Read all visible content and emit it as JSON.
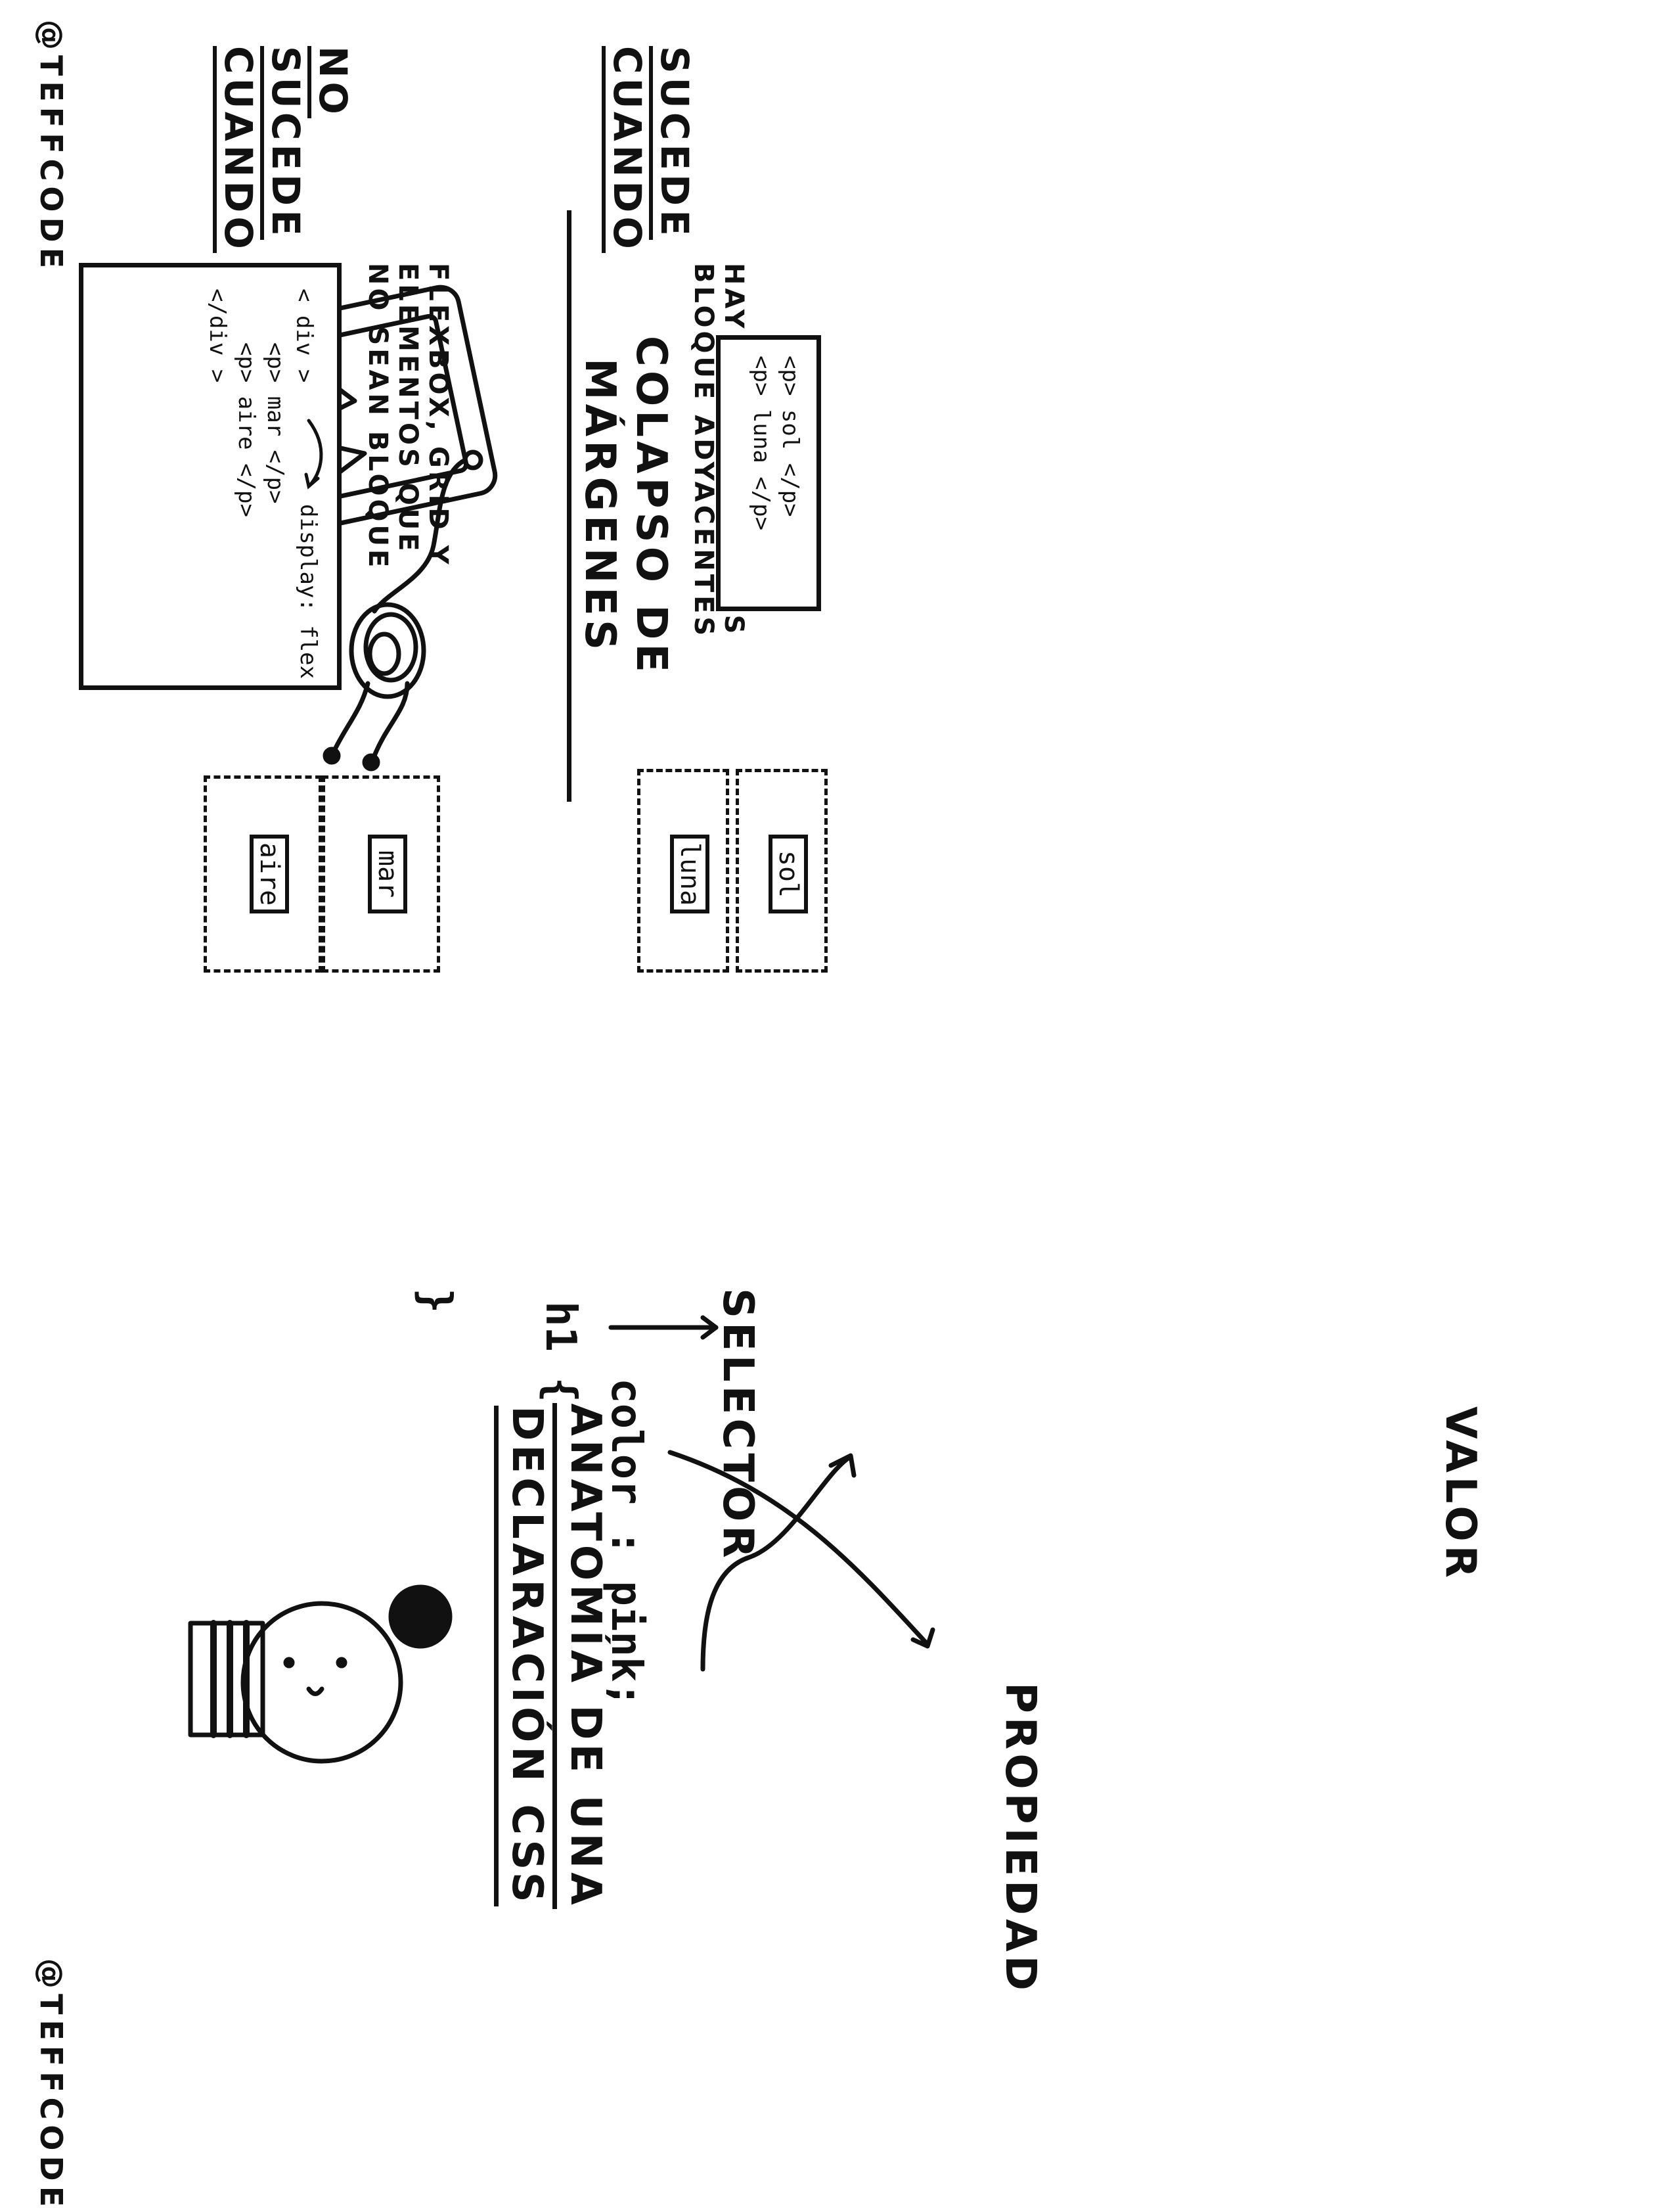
{
  "credit": "@TEFFCODE",
  "margin_collapse": {
    "title": "COLAPSO DE MÁRGENES",
    "happens": {
      "label_line1": "SUCEDE",
      "label_line2": "CUANDO",
      "description_line1": "HAY DOS ELEMENTOS",
      "description_line2": "BLOQUE ADYACENTES",
      "code": "<p> sol </p>\n<p> luna </p>",
      "box_words": [
        "sol",
        "luna"
      ]
    },
    "not_happens": {
      "label_line1": "NO",
      "label_line2": "SUCEDE",
      "label_line3": "CUANDO",
      "description_line1": "FLEXBOX, GRID Y",
      "description_line2": "ELEMENTOS QUE",
      "description_line3": "NO SEAN BLOQUE",
      "code": "< div >\n    <p> mar </p>\n    <p> aire </p>\n</div >",
      "annotation": "display: flex",
      "box_words": [
        "mar",
        "aire"
      ]
    }
  },
  "css_anatomy": {
    "title_line1": "ANATOMÍA DE UNA",
    "title_line2": "DECLARACIÓN CSS",
    "selector_label": "SELECTOR",
    "property_label": "PROPIEDAD",
    "value_label": "VALOR",
    "code_line1": "h1 {",
    "code_line2": "  color : pink;",
    "code_line3": "}"
  }
}
